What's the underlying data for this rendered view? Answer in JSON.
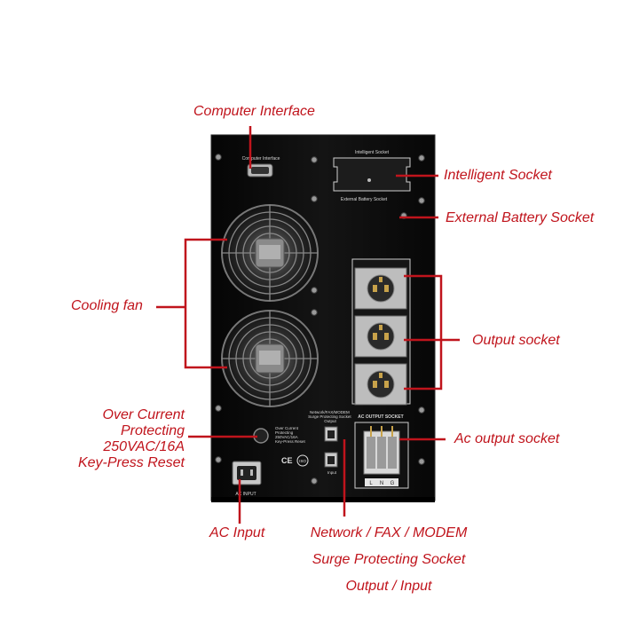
{
  "callouts": {
    "computer_interface": "Computer Interface",
    "intelligent_socket": "Intelligent Socket",
    "external_battery_socket": "External Battery Socket",
    "cooling_fan": "Cooling fan",
    "output_socket": "Output socket",
    "over_current": [
      "Over Current",
      "Protecting",
      "250VAC/16A",
      "Key-Press Reset"
    ],
    "ac_output_socket": "Ac output socket",
    "ac_input": "AC Input",
    "network": [
      "Network / FAX / MODEM",
      "Surge Protecting Socket",
      "Output / Input"
    ]
  },
  "panel_labels": {
    "computer_interface": "Computer Interface",
    "intelligent_socket": "Intelligent Socket",
    "external_battery_socket": "External Battery Socket",
    "over_current": [
      "Over Current",
      "Protecting",
      "250VAC/16A",
      "Key-Press Reset"
    ],
    "network": [
      "Network/FAX/MODEM",
      "Surge Protecting Socket",
      "Output"
    ],
    "input": "Input",
    "ac_output_socket": "AC OUTPUT SOCKET",
    "ac_input": "AC INPUT",
    "terminal_letters": [
      "L",
      "N",
      "G"
    ],
    "cert_marks": [
      "CE",
      "ISO"
    ]
  },
  "colors": {
    "callout_red": "#c0141c",
    "panel_black": "#0d0d0d",
    "panel_label": "#d8d8d8"
  }
}
